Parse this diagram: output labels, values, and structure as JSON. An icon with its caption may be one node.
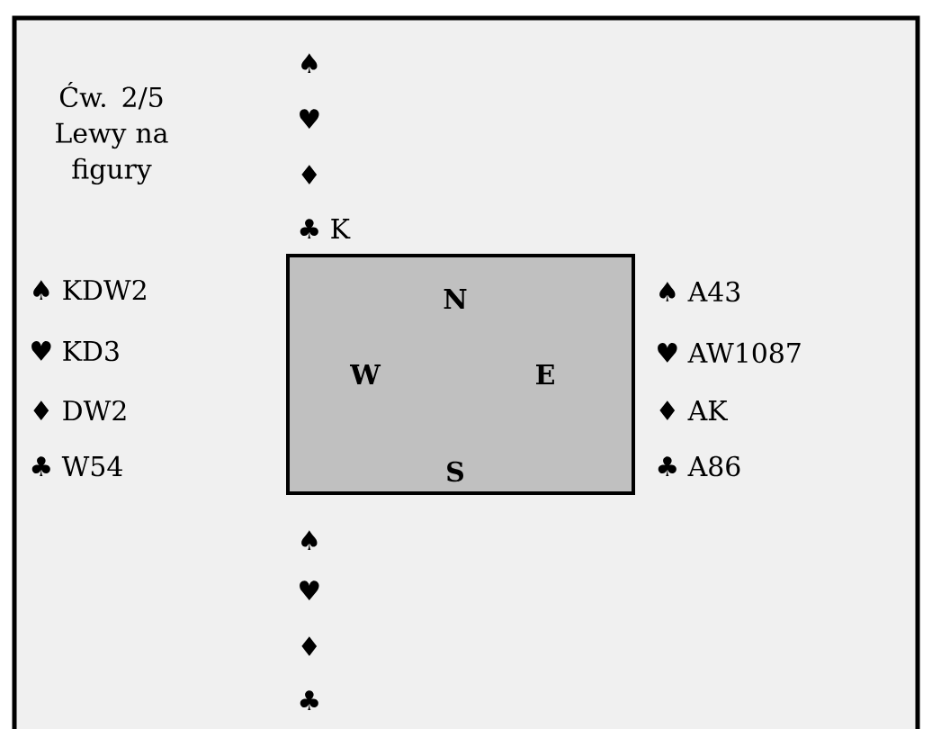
{
  "diagram": {
    "nodes": [
      {
        "text": [
          "N",
          "W",
          "E",
          "S"
        ]
      }
    ],
    "labels": [
      "♠",
      "♥",
      "♦",
      "♣ K",
      "Ćw. 2/5 Lewy na figury",
      "♠ KDW2",
      "♥ KD3",
      "♦ DW2",
      "♣ W54",
      "♠ A43",
      "♥ AW1087",
      "♦ AK",
      "♣ A86",
      "♠",
      "♥",
      "♦",
      "♣"
    ]
  }
}
